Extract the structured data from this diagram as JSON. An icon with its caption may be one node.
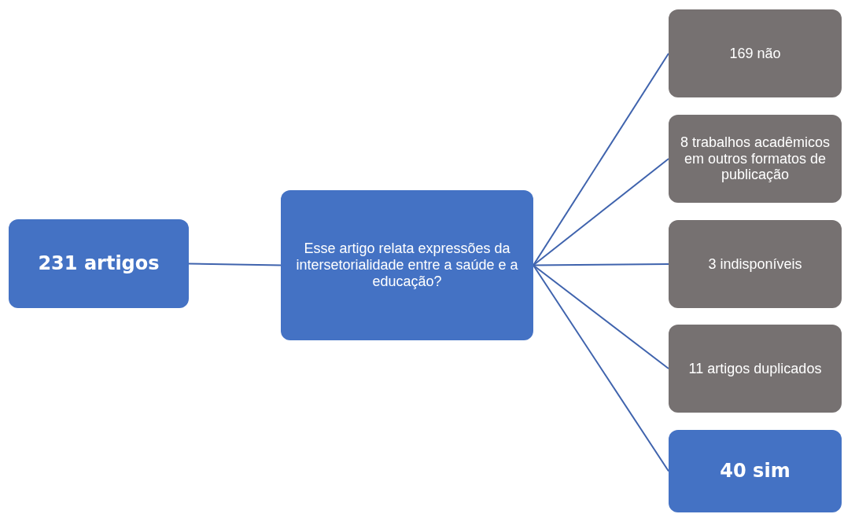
{
  "diagram": {
    "nodes": [
      {
        "text": [
          "231 artigos"
        ]
      },
      {
        "text": [
          "Esse artigo relata expressões da intersetorialidade entre a saúde e a educação?"
        ]
      },
      {
        "text": [
          "169 não"
        ]
      },
      {
        "text": [
          "8  trabalhos acadêmicos em outros formatos de publicação"
        ]
      },
      {
        "text": [
          "3 indisponíveis"
        ]
      },
      {
        "text": [
          "11 artigos duplicados"
        ]
      },
      {
        "text": [
          "40 sim"
        ]
      }
    ],
    "edges": [
      {
        "from": 0,
        "to": 1,
        "arrow": "none"
      },
      {
        "from": 1,
        "to": 2,
        "arrow": "none"
      },
      {
        "from": 1,
        "to": 3,
        "arrow": "none"
      },
      {
        "from": 1,
        "to": 4,
        "arrow": "none"
      },
      {
        "from": 1,
        "to": 5,
        "arrow": "none"
      },
      {
        "from": 1,
        "to": 6,
        "arrow": "none"
      }
    ]
  }
}
